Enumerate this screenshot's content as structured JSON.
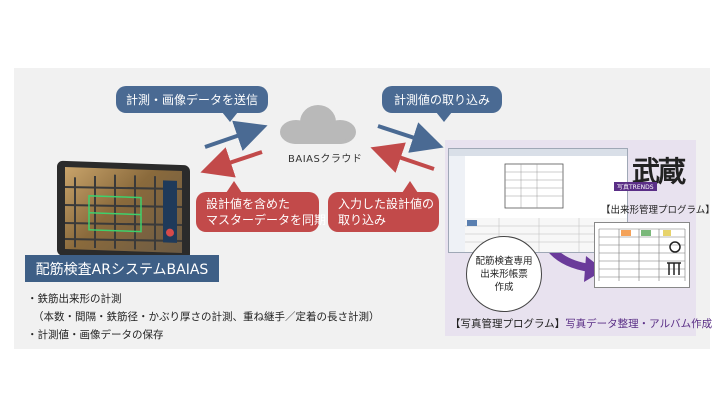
{
  "bubbles": {
    "send": "計測・画像データを送信",
    "import_measured": "計測値の取り込み",
    "sync_design": [
      "設計値を含めた",
      "マスターデータを同期"
    ],
    "import_design": [
      "入力した設計値の",
      "取り込み"
    ]
  },
  "cloud": {
    "label": "BAIASクラウド"
  },
  "system": {
    "title": "配筋検査ARシステムBAIAS",
    "bullets": [
      "・鉄筋出来形の計測",
      "（本数・間隔・鉄筋径・かぶり厚さの計測、重ね継手／定着の長さ計測）",
      "・計測値・画像データの保存"
    ]
  },
  "program": {
    "logo_text": "武蔵",
    "logo_tag": "写真TRENDS",
    "dekigata_label": "【出来形管理プログラム】",
    "circle_lines": [
      "配筋検査専用",
      "出来形帳票",
      "作成"
    ],
    "bottom_prefix": "【写真管理プログラム】",
    "bottom_accent": "写真データ整理・アルバム作成"
  },
  "colors": {
    "blue": "#4a6a93",
    "red": "#c24a4a",
    "purple": "#5a2e86",
    "navy": "#3e5f86"
  }
}
